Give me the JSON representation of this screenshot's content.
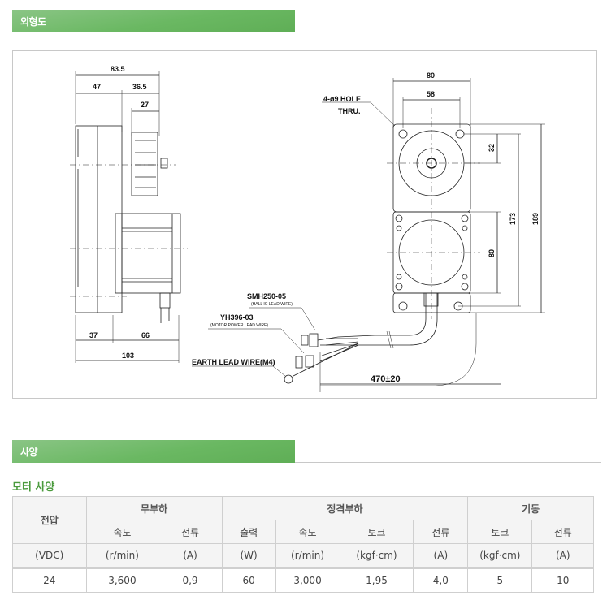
{
  "sections": {
    "outline": {
      "title": "외형도"
    },
    "spec": {
      "title": "사양"
    }
  },
  "drawing": {
    "side_view": {
      "dims": {
        "total_length": "83.5",
        "gear_length": "47",
        "output_length": "36.5",
        "pulley_width": "27",
        "bottom_left": "37",
        "bottom_right": "66",
        "bottom_total": "103"
      }
    },
    "front_view": {
      "dims": {
        "width": "80",
        "hole_pitch": "58",
        "shaft_offset": "32",
        "motor_height": "80",
        "height_173": "173",
        "height_189": "189",
        "cable_length": "470±20"
      },
      "hole_note_line1": "4-ø9 HOLE",
      "hole_note_line2": "THRU."
    },
    "connectors": [
      {
        "part": "SMH250-05",
        "desc": "(HALL IC LEAD WIRE)"
      },
      {
        "part": "YH396-03",
        "desc": "(MOTOR POWER LEAD WIRE)"
      }
    ],
    "earth_label": "EARTH LEAD WIRE(M4)"
  },
  "spec_table": {
    "subtitle": "모터 사양",
    "headers": {
      "voltage": "전압",
      "no_load": "무부하",
      "rated_load": "정격부하",
      "starting": "기동"
    },
    "sub_headers": [
      "속도",
      "전류",
      "출력",
      "속도",
      "토크",
      "전류",
      "토크",
      "전류"
    ],
    "units": [
      "(VDC)",
      "(r/min)",
      "(A)",
      "(W)",
      "(r/min)",
      "(kgf·cm)",
      "(A)",
      "(kgf·cm)",
      "(A)"
    ],
    "values": [
      "24",
      "3,600",
      "0,9",
      "60",
      "3,000",
      "1,95",
      "4,0",
      "5",
      "10"
    ]
  }
}
